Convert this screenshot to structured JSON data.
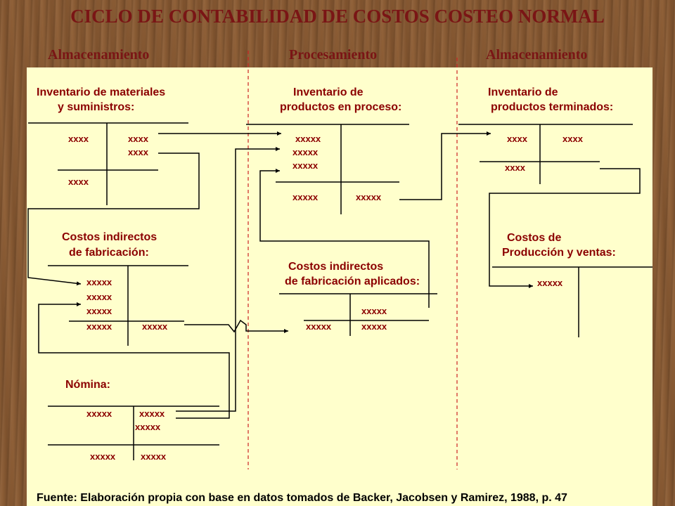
{
  "title": "CICLO DE CONTABILIDAD DE COSTOS COSTEO NORMAL",
  "columns": [
    "Almacenamiento",
    "Procesamiento",
    "Almacenamiento"
  ],
  "accounts": {
    "materiales": {
      "line1": "Inventario de materiales",
      "line2": "y  suministros:",
      "entries": [
        "xxxx",
        "xxxx",
        "xxxx",
        "xxxx"
      ]
    },
    "proceso": {
      "line1": "Inventario de",
      "line2": "productos en proceso:",
      "entries": [
        "xxxxx",
        "xxxxx",
        "xxxxx",
        "xxxxx",
        "xxxxx"
      ]
    },
    "terminados": {
      "line1": "Inventario de",
      "line2": "productos terminados:",
      "entries": [
        "xxxx",
        "xxxx",
        "xxxx"
      ]
    },
    "cif": {
      "line1": "Costos indirectos",
      "line2": "de fabricación:",
      "entries": [
        "xxxxx",
        "xxxxx",
        "xxxxx",
        "xxxxx",
        "xxxxx"
      ]
    },
    "cif_aplicados": {
      "line1": "Costos indirectos",
      "line2": "de fabricación aplicados:",
      "entries": [
        "xxxxx",
        "xxxxx",
        "xxxxx"
      ]
    },
    "costo_ventas": {
      "line1": "Costos de",
      "line2": "Producción  y ventas:",
      "entries": [
        "xxxxx"
      ]
    },
    "nomina": {
      "line1": "Nómina:",
      "entries": [
        "xxxxx",
        "xxxxx",
        "xxxxx",
        "xxxxx",
        "xxxxx"
      ]
    }
  },
  "source": "Fuente: Elaboración propia con base en datos tomados de Backer, Jacobsen y Ramirez,  1988, p. 47",
  "colors": {
    "text": "#8b0000",
    "title": "#7a1515",
    "panel": "#ffffcc",
    "wood": "#8a5a32"
  }
}
